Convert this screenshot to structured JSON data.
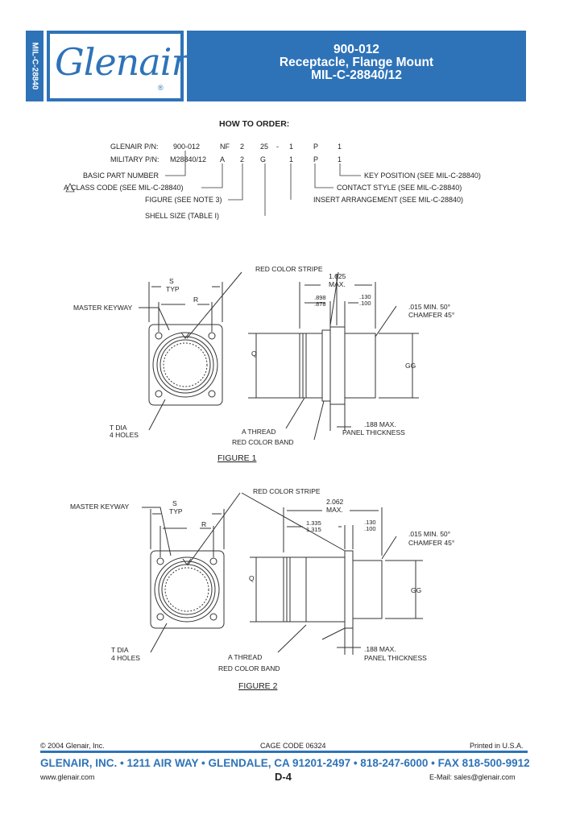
{
  "header": {
    "side_tab": "MIL-C-28840",
    "logo": "Glenair",
    "logo_reg": "®",
    "title_line1": "900-012",
    "title_line2": "Receptacle, Flange Mount",
    "title_line3": "MIL-C-28840/12"
  },
  "order": {
    "heading": "HOW TO ORDER:",
    "glenair_label": "GLENAIR P/N:",
    "glenair_values": [
      "900-012",
      "NF",
      "2",
      "25",
      "-",
      "1",
      "P",
      "1"
    ],
    "military_label": "MILITARY P/N:",
    "military_values": [
      "M28840/12",
      "A",
      "2",
      "G",
      "1",
      "P",
      "1"
    ],
    "callouts_left": [
      "BASIC PART NUMBER",
      "CLASS CODE (SEE MIL-C-28840)",
      "FIGURE (SEE NOTE 3)",
      "SHELL SIZE (TABLE I)"
    ],
    "callouts_right": [
      "KEY POSITION (SEE MIL-C-28840)",
      "CONTACT STYLE (SEE MIL-C-28840)",
      "INSERT ARRANGEMENT (SEE MIL-C-28840)"
    ],
    "class_code_marker": "A"
  },
  "figure1": {
    "caption": "FIGURE 1",
    "red_stripe": "RED COLOR STRIPE",
    "master_keyway": "MASTER KEYWAY",
    "s_typ": [
      "S",
      "TYP"
    ],
    "r": "R",
    "t_dia": [
      "T DIA",
      "4 HOLES"
    ],
    "length": [
      "1.625",
      "MAX."
    ],
    "dim_a": [
      ".898",
      ".878"
    ],
    "dim_b": [
      ".130",
      ".100"
    ],
    "chamfer": [
      ".015 MIN. 50°",
      "CHAMFER 45°"
    ],
    "q": "Q",
    "gg": "GG",
    "a_thread": "A THREAD",
    "red_band": "RED COLOR BAND",
    "panel": [
      ".188 MAX.",
      "PANEL THICKNESS"
    ]
  },
  "figure2": {
    "caption": "FIGURE 2",
    "red_stripe": "RED COLOR STRIPE",
    "master_keyway": "MASTER KEYWAY",
    "s_typ": [
      "S",
      "TYP"
    ],
    "r": "R",
    "t_dia": [
      "T DIA",
      "4 HOLES"
    ],
    "length": [
      "2.062",
      "MAX."
    ],
    "dim_a": [
      "1.335",
      "1.315"
    ],
    "dim_b": [
      ".130",
      ".100"
    ],
    "chamfer": [
      ".015 MIN. 50°",
      "CHAMFER 45°"
    ],
    "q": "Q",
    "gg": "GG",
    "a_thread": "A THREAD",
    "red_band": "RED COLOR BAND",
    "panel": [
      ".188 MAX.",
      "PANEL THICKNESS"
    ]
  },
  "footer": {
    "copyright": "© 2004 Glenair, Inc.",
    "cage": "CAGE CODE 06324",
    "printed": "Printed in U.S.A.",
    "main": "GLENAIR, INC. • 1211 AIR WAY • GLENDALE, CA 91201-2497 • 818-247-6000 • FAX 818-500-9912",
    "website": "www.glenair.com",
    "page": "D-4",
    "email": "E-Mail: sales@glenair.com"
  },
  "colors": {
    "brand_blue": "#2e73b8"
  }
}
